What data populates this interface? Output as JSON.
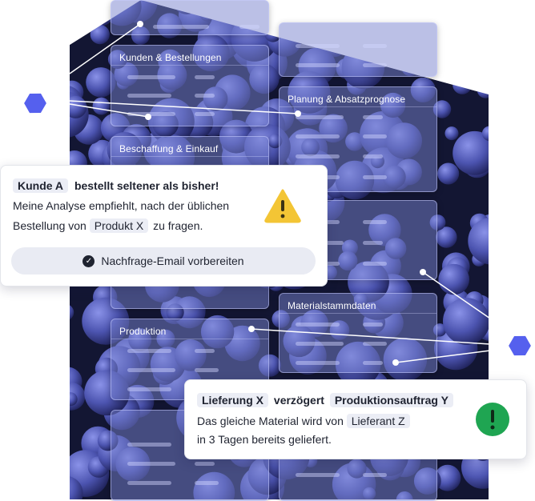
{
  "panels": [
    {
      "id": "top-left",
      "title": ""
    },
    {
      "id": "kunden",
      "title": "Kunden & Bestellungen"
    },
    {
      "id": "top-right",
      "title": ""
    },
    {
      "id": "planung",
      "title": "Planung & Absatzprognose"
    },
    {
      "id": "beschaffung",
      "title": "Beschaffung & Einkauf"
    },
    {
      "id": "mid-right",
      "title": ""
    },
    {
      "id": "mid-left",
      "title": ""
    },
    {
      "id": "material",
      "title": "Materialstammdaten"
    },
    {
      "id": "produktion",
      "title": "Produktion"
    },
    {
      "id": "bottom-left",
      "title": ""
    },
    {
      "id": "bottom-right",
      "title": ""
    }
  ],
  "card_a": {
    "chip": "Kunde A",
    "headline": "bestellt seltener als bisher!",
    "line1": "Meine Analyse empfiehlt, nach der üblichen",
    "line2_prefix": "Bestellung von",
    "line2_chip": "Produkt X",
    "line2_suffix": "zu fragen.",
    "button_label": "Nachfrage-Email vorbereiten",
    "icon": "warning-triangle-icon",
    "icon_color": "#f3c535"
  },
  "card_b": {
    "chip1": "Lieferung X",
    "mid": "verzögert",
    "chip2": "Produktionsauftrag Y",
    "line1_prefix": "Das gleiche Material wird von",
    "line1_chip": "Lieferant Z",
    "line2": "in 3 Tagen bereits geliefert.",
    "icon": "exclamation-circle-icon",
    "icon_color": "#1fa552"
  },
  "colors": {
    "background_dark": "#141830",
    "bubble": "#5058b8",
    "hexagon": "#5560ee"
  }
}
